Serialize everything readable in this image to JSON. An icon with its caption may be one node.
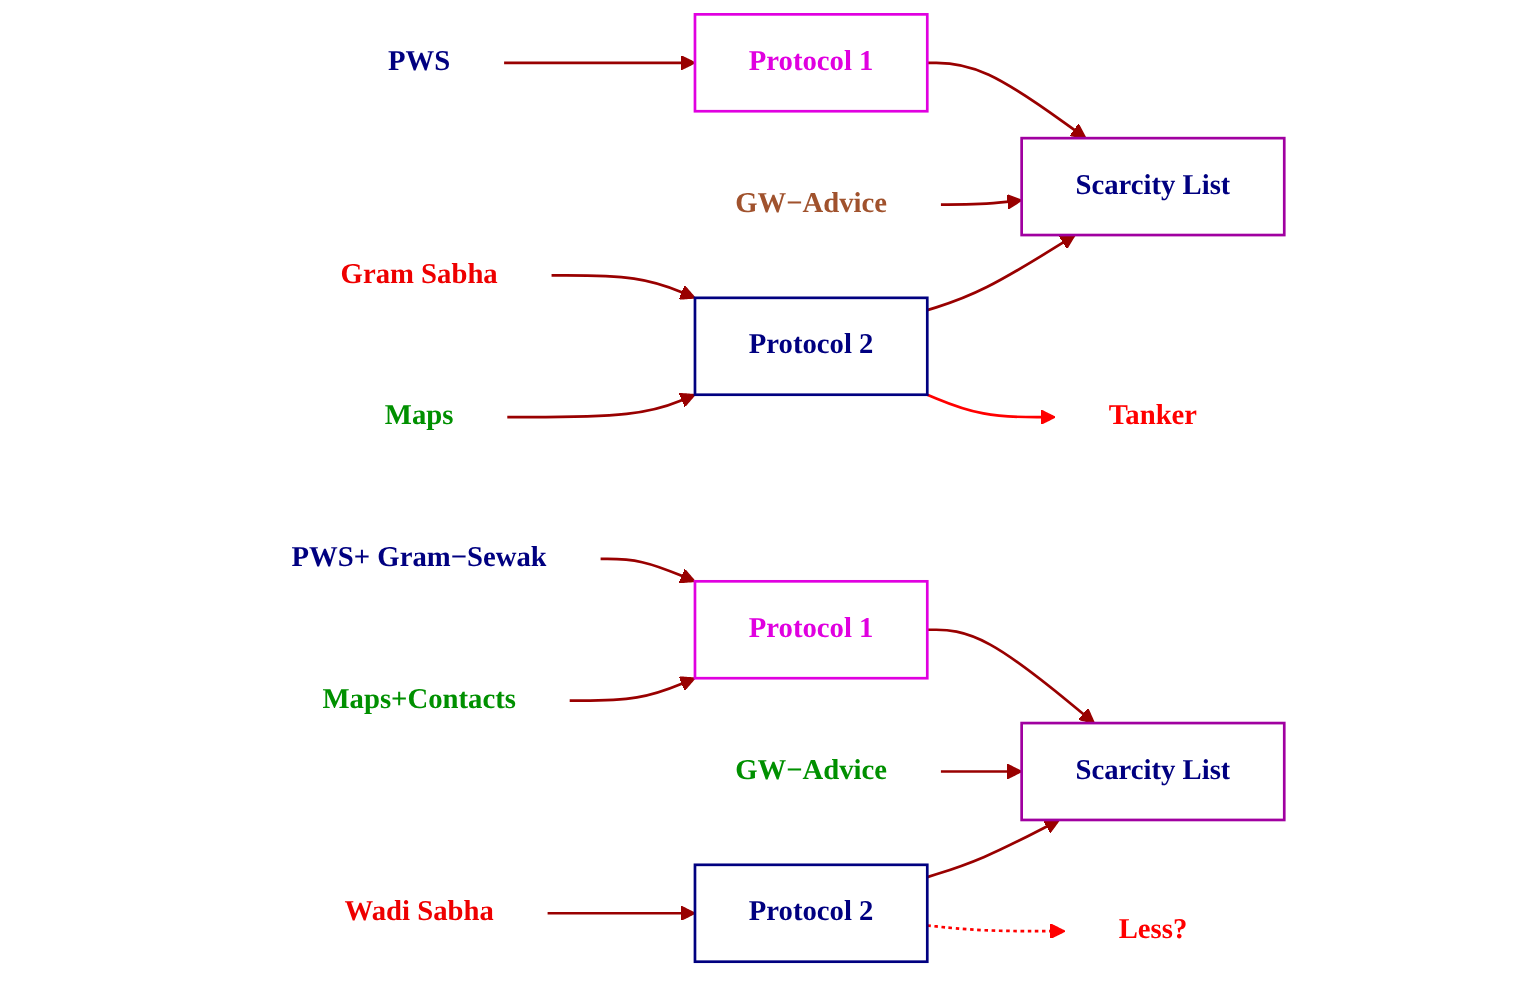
{
  "diagram": {
    "nodes": [
      {
        "text": [
          "PWS"
        ]
      },
      {
        "text": [
          "Protocol 1"
        ]
      },
      {
        "text": [
          "GW−Advice"
        ]
      },
      {
        "text": [
          "Scarcity List"
        ]
      },
      {
        "text": [
          "Gram Sabha"
        ]
      },
      {
        "text": [
          "Protocol 2"
        ]
      },
      {
        "text": [
          "Maps"
        ]
      },
      {
        "text": [
          "Tanker"
        ]
      },
      {
        "text": [
          "GW−Advice"
        ]
      },
      {
        "text": [
          "PWS+ Gram−Sewak"
        ]
      },
      {
        "text": [
          "Protocol 1"
        ]
      },
      {
        "text": [
          "Maps+Contacts"
        ]
      },
      {
        "text": [
          "Scarcity List"
        ]
      },
      {
        "text": [
          "Wadi Sabha"
        ]
      },
      {
        "text": [
          "Protocol 2"
        ]
      },
      {
        "text": [
          "Less?"
        ]
      }
    ],
    "edges": [
      {
        "from": 0,
        "to": 1,
        "arrow": "to"
      },
      {
        "from": 1,
        "to": 3,
        "arrow": "to"
      },
      {
        "from": 2,
        "to": 3,
        "arrow": "to"
      },
      {
        "from": 4,
        "to": 5,
        "arrow": "to"
      },
      {
        "from": 6,
        "to": 5,
        "arrow": "to"
      },
      {
        "from": 5,
        "to": 3,
        "arrow": "to"
      },
      {
        "from": 5,
        "to": 7,
        "arrow": "to",
        "color": "#ff0000"
      },
      {
        "from": 9,
        "to": 10,
        "arrow": "to"
      },
      {
        "from": 11,
        "to": 10,
        "arrow": "to"
      },
      {
        "from": 10,
        "to": 12,
        "arrow": "to"
      },
      {
        "from": 8,
        "to": 12,
        "arrow": "to"
      },
      {
        "from": 13,
        "to": 14,
        "arrow": "to"
      },
      {
        "from": 14,
        "to": 12,
        "arrow": "to"
      },
      {
        "from": 14,
        "to": 15,
        "arrow": "to",
        "style": "dashed",
        "color": "#ff0000"
      }
    ]
  }
}
